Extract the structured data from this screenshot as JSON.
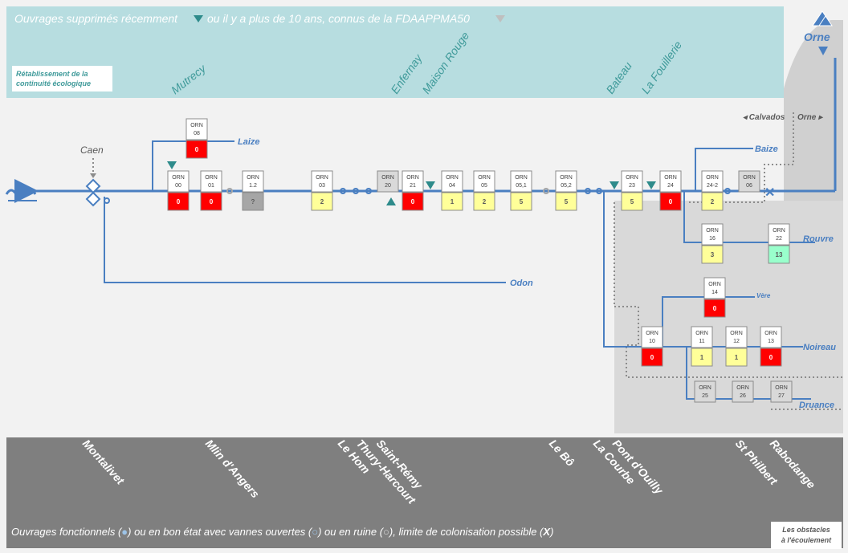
{
  "header": {
    "title_part1": "Ouvrages supprimés récemment",
    "title_part2": "ou il y a plus de 10 ans, connus de la FDAAPPMA50",
    "note": [
      "Rétablissement de la",
      "continuité écologique"
    ],
    "removed_sites": [
      "Mutrecy",
      "Enfernay",
      "Maison Rouge",
      "Bateau",
      "La Fouillerie"
    ]
  },
  "river_main": "Orne",
  "departments": {
    "left": "◂ Calvados",
    "right": "Orne ▸"
  },
  "city": "Caen",
  "tributaries": [
    "Laize",
    "Baize",
    "Rouvre",
    "Odon",
    "Vère",
    "Noireau",
    "Druance"
  ],
  "structures": [
    {
      "code": "ORN",
      "num": "08",
      "value": "0",
      "status": "red"
    },
    {
      "code": "ORN",
      "num": "00",
      "value": "0",
      "status": "red"
    },
    {
      "code": "ORN",
      "num": "01",
      "value": "0",
      "status": "red"
    },
    {
      "code": "ORN",
      "num": "1.2",
      "value": "?",
      "status": "gray"
    },
    {
      "code": "ORN",
      "num": "03",
      "value": "2",
      "status": "yellow"
    },
    {
      "code": "ORN",
      "num": "20",
      "value": "",
      "status": "removed"
    },
    {
      "code": "ORN",
      "num": "21",
      "value": "0",
      "status": "red"
    },
    {
      "code": "ORN",
      "num": "04",
      "value": "1",
      "status": "yellow"
    },
    {
      "code": "ORN",
      "num": "05",
      "value": "2",
      "status": "yellow"
    },
    {
      "code": "ORN",
      "num": "05,1",
      "value": "5",
      "status": "yellow"
    },
    {
      "code": "ORN",
      "num": "05,2",
      "value": "5",
      "status": "yellow"
    },
    {
      "code": "ORN",
      "num": "23",
      "value": "5",
      "status": "yellow"
    },
    {
      "code": "ORN",
      "num": "24",
      "value": "0",
      "status": "red"
    },
    {
      "code": "ORN",
      "num": "24-2",
      "value": "2",
      "status": "yellow"
    },
    {
      "code": "ORN",
      "num": "06",
      "value": "",
      "status": "removed"
    },
    {
      "code": "ORN",
      "num": "16",
      "value": "3",
      "status": "yellow"
    },
    {
      "code": "ORN",
      "num": "22",
      "value": "13",
      "status": "green"
    },
    {
      "code": "ORN",
      "num": "14",
      "value": "0",
      "status": "red"
    },
    {
      "code": "ORN",
      "num": "10",
      "value": "0",
      "status": "red"
    },
    {
      "code": "ORN",
      "num": "11",
      "value": "1",
      "status": "yellow"
    },
    {
      "code": "ORN",
      "num": "12",
      "value": "1",
      "status": "yellow"
    },
    {
      "code": "ORN",
      "num": "13",
      "value": "0",
      "status": "red"
    },
    {
      "code": "ORN",
      "num": "25",
      "value": "",
      "status": "removed"
    },
    {
      "code": "ORN",
      "num": "26",
      "value": "",
      "status": "removed"
    },
    {
      "code": "ORN",
      "num": "27",
      "value": "",
      "status": "removed"
    }
  ],
  "obstacle_names": [
    "Montalivet",
    "Mlin d'Angers",
    "Le Hom",
    "Thury-Harcourt",
    "Saint-Rémy",
    "Le Bô",
    "La Courbe",
    "Pont d'Ouilly",
    "St Philbert",
    "Rabodange"
  ],
  "footer": {
    "legend": [
      "Ouvrages fonctionnels (",
      ") ou en bon état avec vannes ouvertes (",
      ") ou en ruine (",
      "), limite de colonisation possible (",
      "X",
      ")"
    ],
    "badge": [
      "Les obstacles",
      "à l'écoulement"
    ]
  },
  "colors": {
    "red": "#ff0000",
    "yellow": "#ffff99",
    "green": "#99ffcc",
    "gray": "#a6a6a6",
    "teal": "#3f9a9a",
    "river": "#4a7fc1",
    "header_bg": "#b7dde0",
    "footer_bg": "#7f7f7f"
  }
}
